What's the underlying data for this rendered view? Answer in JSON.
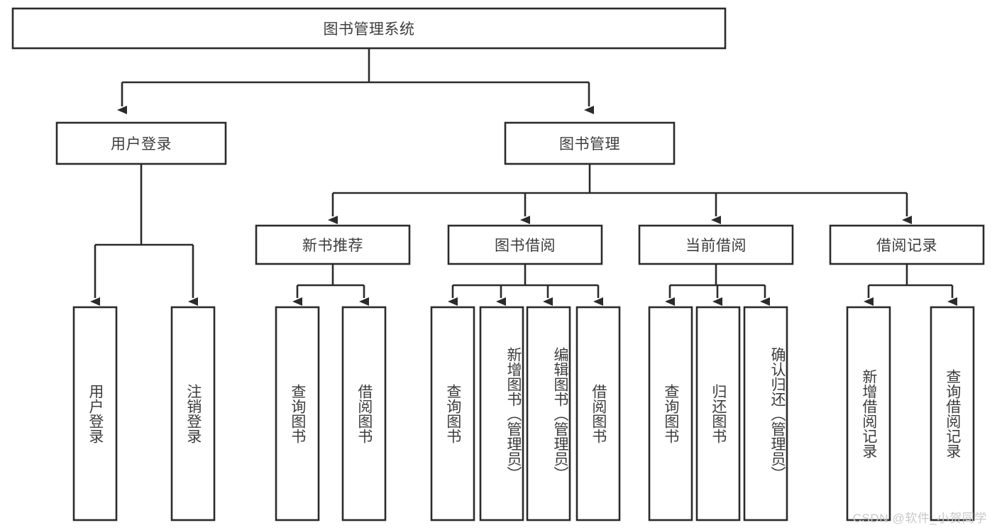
{
  "diagram": {
    "type": "tree-hierarchy",
    "title": "图书管理系统",
    "watermark": "CSDN @软件_小贺同学",
    "levels": {
      "root": {
        "label": "图书管理系统"
      },
      "level2": [
        {
          "id": "user-login",
          "label": "用户登录"
        },
        {
          "id": "book-manage",
          "label": "图书管理"
        }
      ],
      "level3": [
        {
          "id": "new-book-rec",
          "label": "新书推荐",
          "parent": "book-manage"
        },
        {
          "id": "book-borrow",
          "label": "图书借阅",
          "parent": "book-manage"
        },
        {
          "id": "current-borrow",
          "label": "当前借阅",
          "parent": "book-manage"
        },
        {
          "id": "borrow-record",
          "label": "借阅记录",
          "parent": "book-manage"
        }
      ],
      "leaves": [
        {
          "id": "leaf-user-login",
          "label": "用户登录",
          "parent": "user-login"
        },
        {
          "id": "leaf-logout",
          "label": "注销登录",
          "parent": "user-login"
        },
        {
          "id": "leaf-query-book-1",
          "label": "查询图书",
          "parent": "new-book-rec"
        },
        {
          "id": "leaf-borrow-book-1",
          "label": "借阅图书",
          "parent": "new-book-rec"
        },
        {
          "id": "leaf-query-book-2",
          "label": "查询图书",
          "parent": "book-borrow"
        },
        {
          "id": "leaf-add-book",
          "label": "新增图书（管理员）",
          "parent": "book-borrow"
        },
        {
          "id": "leaf-edit-book",
          "label": "编辑图书（管理员）",
          "parent": "book-borrow"
        },
        {
          "id": "leaf-borrow-book-2",
          "label": "借阅图书",
          "parent": "book-borrow"
        },
        {
          "id": "leaf-query-book-3",
          "label": "查询图书",
          "parent": "current-borrow"
        },
        {
          "id": "leaf-return-book",
          "label": "归还图书",
          "parent": "current-borrow"
        },
        {
          "id": "leaf-confirm-return",
          "label": "确认归还（管理员）",
          "parent": "current-borrow"
        },
        {
          "id": "leaf-add-record",
          "label": "新增借阅记录",
          "parent": "borrow-record"
        },
        {
          "id": "leaf-query-record",
          "label": "查询借阅记录",
          "parent": "borrow-record"
        }
      ]
    },
    "colors": {
      "box_stroke": "#2b2b2b",
      "box_fill": "#ffffff",
      "text": "#3d3d3d",
      "background": "#ffffff",
      "watermark": "#c8c8c8"
    }
  }
}
